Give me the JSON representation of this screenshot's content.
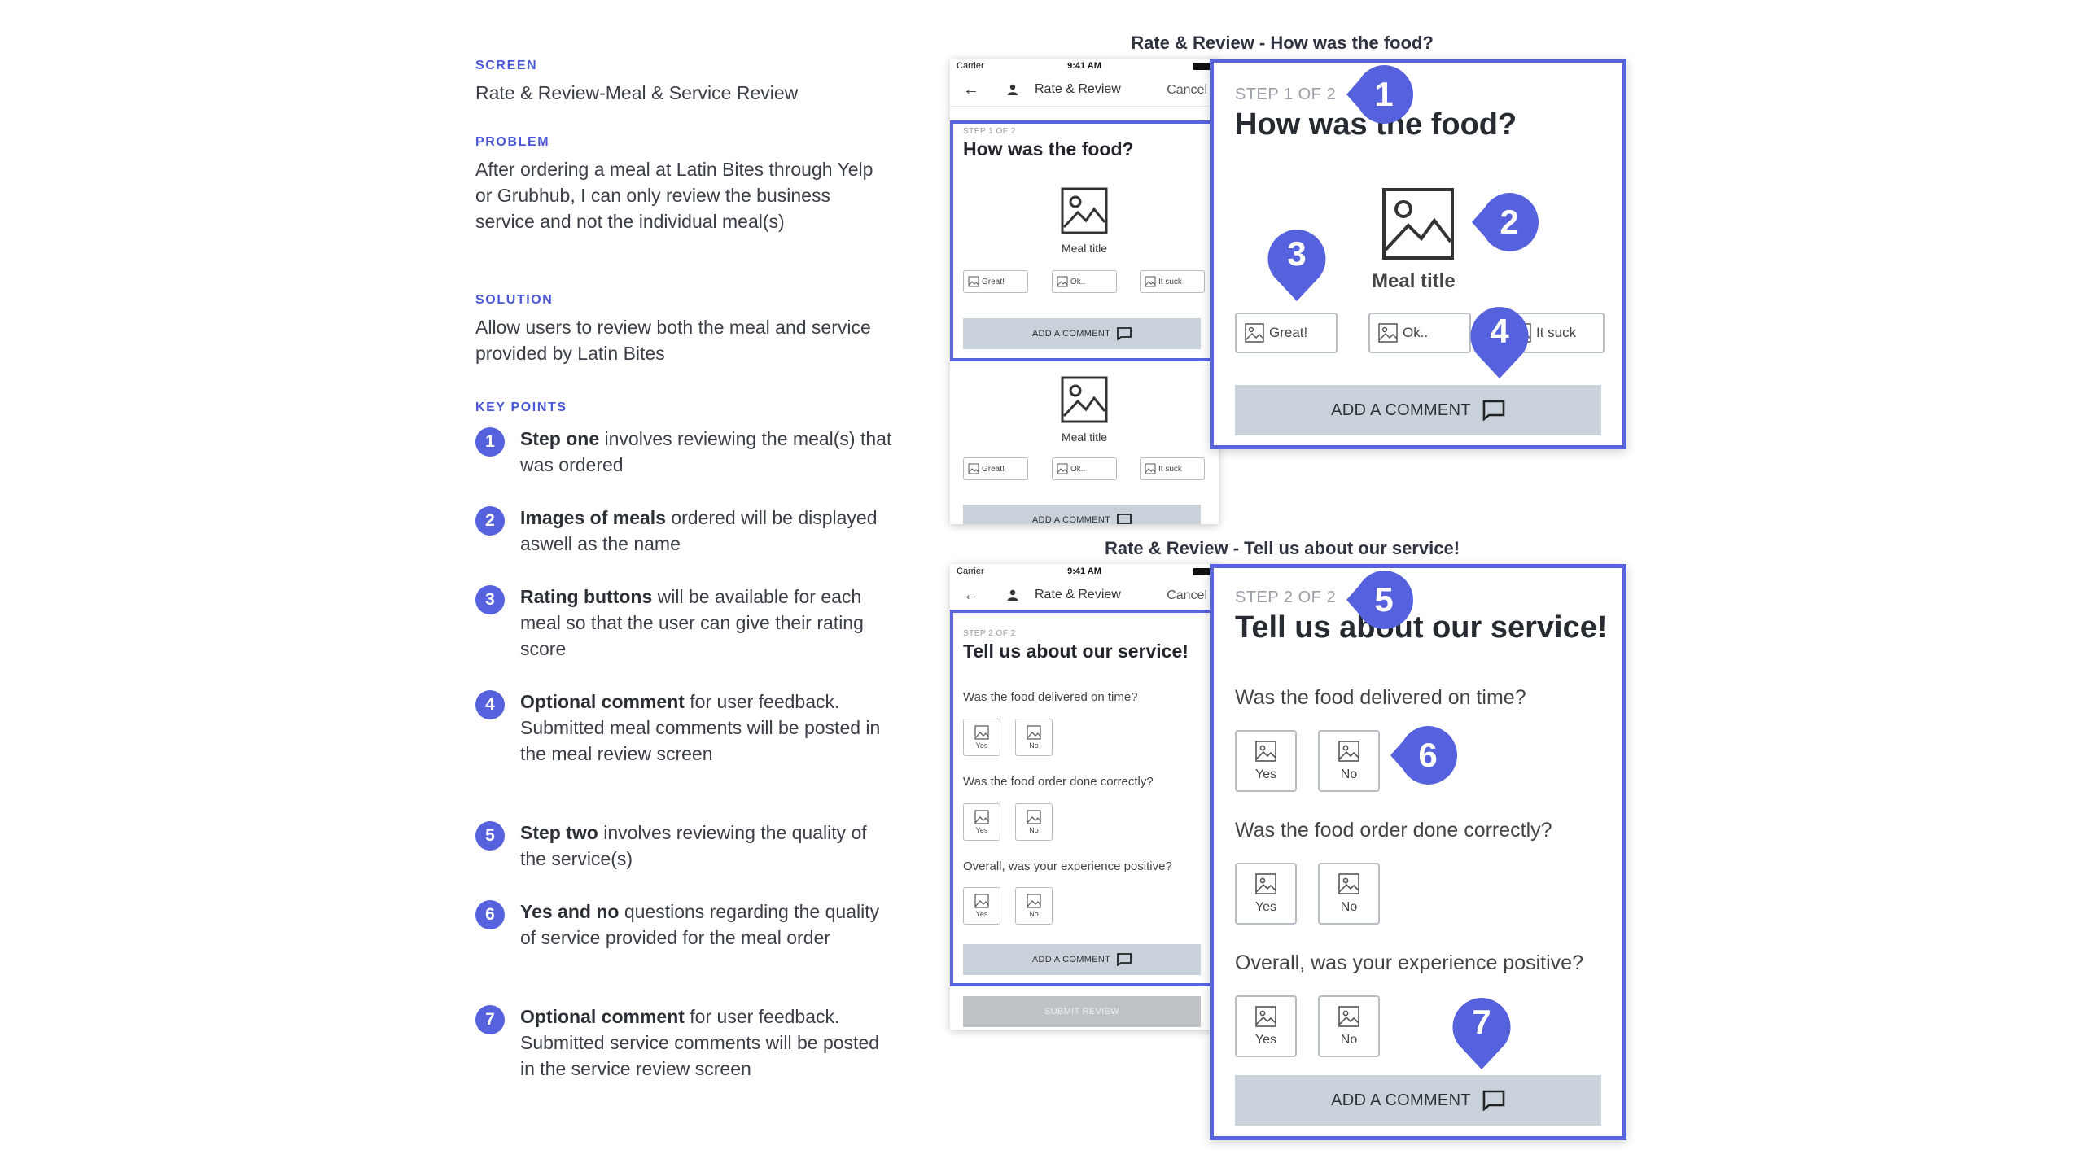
{
  "left": {
    "screen": {
      "label": "SCREEN",
      "text": "Rate & Review-Meal & Service Review"
    },
    "problem": {
      "label": "PROBLEM",
      "text": "After ordering a meal at Latin Bites through Yelp or Grubhub, I can only review the business service and not the individual meal(s)"
    },
    "solution": {
      "label": "SOLUTION",
      "text": "Allow users to review both the meal and service provided by Latin Bites"
    },
    "key_points_label": "KEY POINTS",
    "key_points": [
      {
        "num": "1",
        "bold": "Step one",
        "rest": " involves reviewing the meal(s) that was ordered"
      },
      {
        "num": "2",
        "bold": "Images of meals",
        "rest": " ordered will be displayed aswell as the name"
      },
      {
        "num": "3",
        "bold": "Rating buttons",
        "rest": " will be available for each meal so that the user can give their rating score"
      },
      {
        "num": "4",
        "bold": "Optional comment",
        "rest": " for user feedback. Submitted meal comments will be posted in the meal review screen"
      },
      {
        "num": "5",
        "bold": "Step two",
        "rest": " involves reviewing the quality of the service(s)"
      },
      {
        "num": "6",
        "bold": "Yes and no",
        "rest": " questions regarding the quality of service provided for the meal order"
      },
      {
        "num": "7",
        "bold": "Optional comment",
        "rest": " for user feedback. Submitted service comments will be posted in the service review screen"
      }
    ]
  },
  "sections": {
    "food_title": "Rate & Review - How was the food?",
    "service_title": "Rate & Review - Tell us about our service!"
  },
  "phone": {
    "carrier": "Carrier",
    "time": "9:41 AM",
    "nav_title": "Rate & Review",
    "cancel": "Cancel"
  },
  "food": {
    "step": "STEP 1 OF 2",
    "heading": "How was the food?",
    "meal_title": "Meal title",
    "rating_great": "Great!",
    "rating_ok": "Ok..",
    "rating_suck": "It suck",
    "add_comment": "ADD A COMMENT"
  },
  "service": {
    "step": "STEP 2 OF 2",
    "heading": "Tell us about our service!",
    "q1": "Was the food delivered on time?",
    "q2": "Was the food order done correctly?",
    "q3": "Overall, was your experience positive?",
    "yes": "Yes",
    "no": "No",
    "add_comment": "ADD A COMMENT",
    "submit": "SUBMIT REVIEW"
  },
  "markers": [
    "1",
    "2",
    "3",
    "4",
    "5",
    "6",
    "7"
  ],
  "colors": {
    "accent": "#5963dc",
    "badge": "#5561dd",
    "comment_bar": "#c9d2db",
    "submit_bar": "#bfc3c8"
  }
}
